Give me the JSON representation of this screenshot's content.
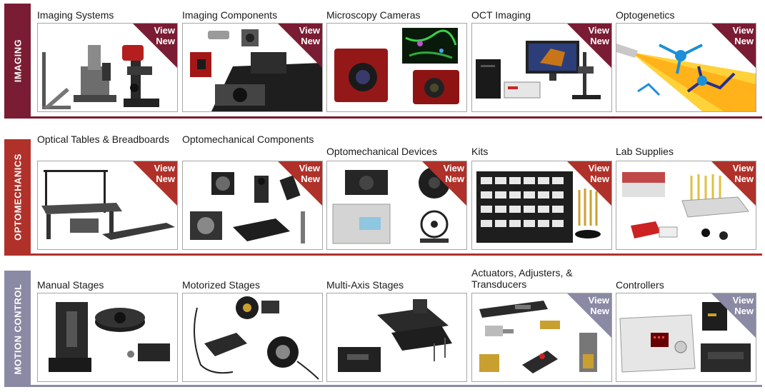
{
  "colors": {
    "imaging": "#7a1c33",
    "optomechanics": "#b0312a",
    "motion_control": "#8a8aa4",
    "card_border": "#a6a6a6"
  },
  "ribbon_text": "View\nNew",
  "sections": [
    {
      "label": "IMAGING",
      "items": [
        {
          "title": "Imaging Systems",
          "has_ribbon": true,
          "icon": "microscope-system-icon"
        },
        {
          "title": "Imaging Components",
          "has_ribbon": true,
          "icon": "imaging-components-icon"
        },
        {
          "title": "Microscopy Cameras",
          "has_ribbon": false,
          "icon": "camera-icon"
        },
        {
          "title": "OCT Imaging",
          "has_ribbon": true,
          "icon": "oct-system-icon"
        },
        {
          "title": "Optogenetics",
          "has_ribbon": true,
          "icon": "neuron-icon"
        }
      ]
    },
    {
      "label": "OPTOMECHANICS",
      "items": [
        {
          "title": "Optical Tables & Breadboards",
          "has_ribbon": true,
          "icon": "optical-table-icon"
        },
        {
          "title": "Optomechanical Components",
          "has_ribbon": true,
          "icon": "mounts-icon"
        },
        {
          "title": "Optomechanical Devices",
          "has_ribbon": true,
          "icon": "devices-icon"
        },
        {
          "title": "Kits",
          "has_ribbon": true,
          "icon": "parts-cabinet-icon"
        },
        {
          "title": "Lab Supplies",
          "has_ribbon": true,
          "icon": "lab-supplies-icon"
        }
      ]
    },
    {
      "label": "MOTION CONTROL",
      "items": [
        {
          "title": "Manual Stages",
          "has_ribbon": false,
          "icon": "manual-stage-icon"
        },
        {
          "title": "Motorized Stages",
          "has_ribbon": false,
          "icon": "motorized-stage-icon"
        },
        {
          "title": "Multi-Axis Stages",
          "has_ribbon": false,
          "icon": "multi-axis-stage-icon"
        },
        {
          "title": "Actuators, Adjusters, & Transducers",
          "has_ribbon": true,
          "icon": "actuator-icon"
        },
        {
          "title": "Controllers",
          "has_ribbon": true,
          "icon": "controller-icon"
        }
      ]
    }
  ]
}
